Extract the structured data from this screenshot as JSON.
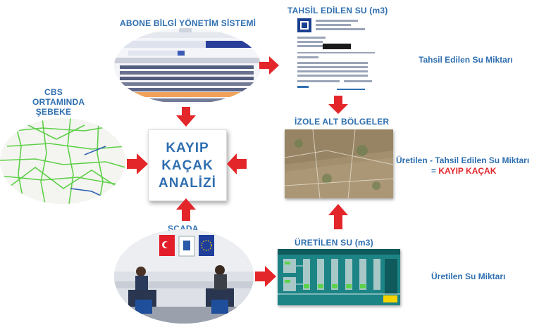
{
  "labels": {
    "abone": "ABONE BİLGİ YÖNETİM SİSTEMİ",
    "tahsil": "TAHSİL EDİLEN SU (m3)",
    "cbs": [
      "CBS",
      "ORTAMINDA",
      "ŞEBEKE"
    ],
    "izole": "İZOLE ALT BÖLGELER",
    "scada": "SCADA",
    "uretilen": "ÜRETİLEN SU (m3)"
  },
  "center": {
    "line1": "KAYIP",
    "line2": "KAÇAK",
    "line3": "ANALİZİ"
  },
  "side": {
    "tahsil": "Tahsil Edilen Su Miktarı",
    "formula": "Üretilen - Tahsil Edilen Su Miktarı",
    "result_prefix": "= ",
    "result": "KAYIP KAÇAK",
    "uretilen": "Üretilen Su Miktarı"
  },
  "colors": {
    "label_blue": "#2f6fb0",
    "arrow_red": "#e3262a"
  }
}
